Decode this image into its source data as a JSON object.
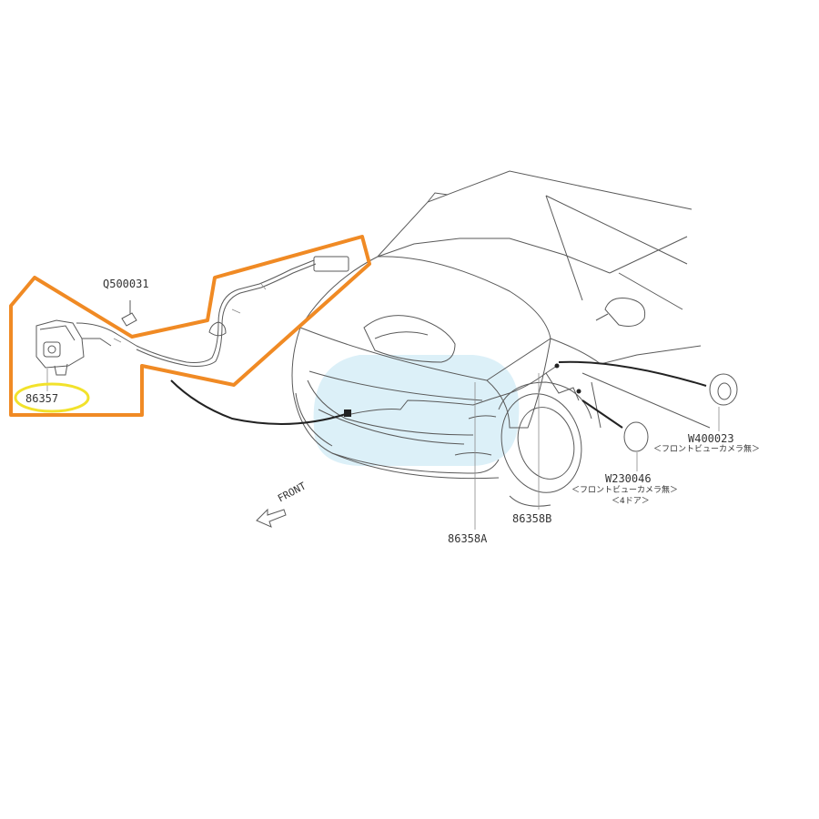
{
  "parts": {
    "bolt": "Q500031",
    "camera": "86357",
    "harness_a": "86358A",
    "harness_b": "86358B",
    "grommet_a": "W400023",
    "grommet_a_note": "＜フロントビューカメラ無＞",
    "grommet_b": "W230046",
    "grommet_b_note1": "＜フロントビューカメラ無＞",
    "grommet_b_note2": "＜4ドア＞"
  },
  "front_label": "FRONT",
  "colors": {
    "highlight_outline": "#f08a24",
    "part_circle": "#f2e22b",
    "line": "#5a5a5a",
    "harness": "#222222",
    "watermark": "#bfe3f3"
  }
}
